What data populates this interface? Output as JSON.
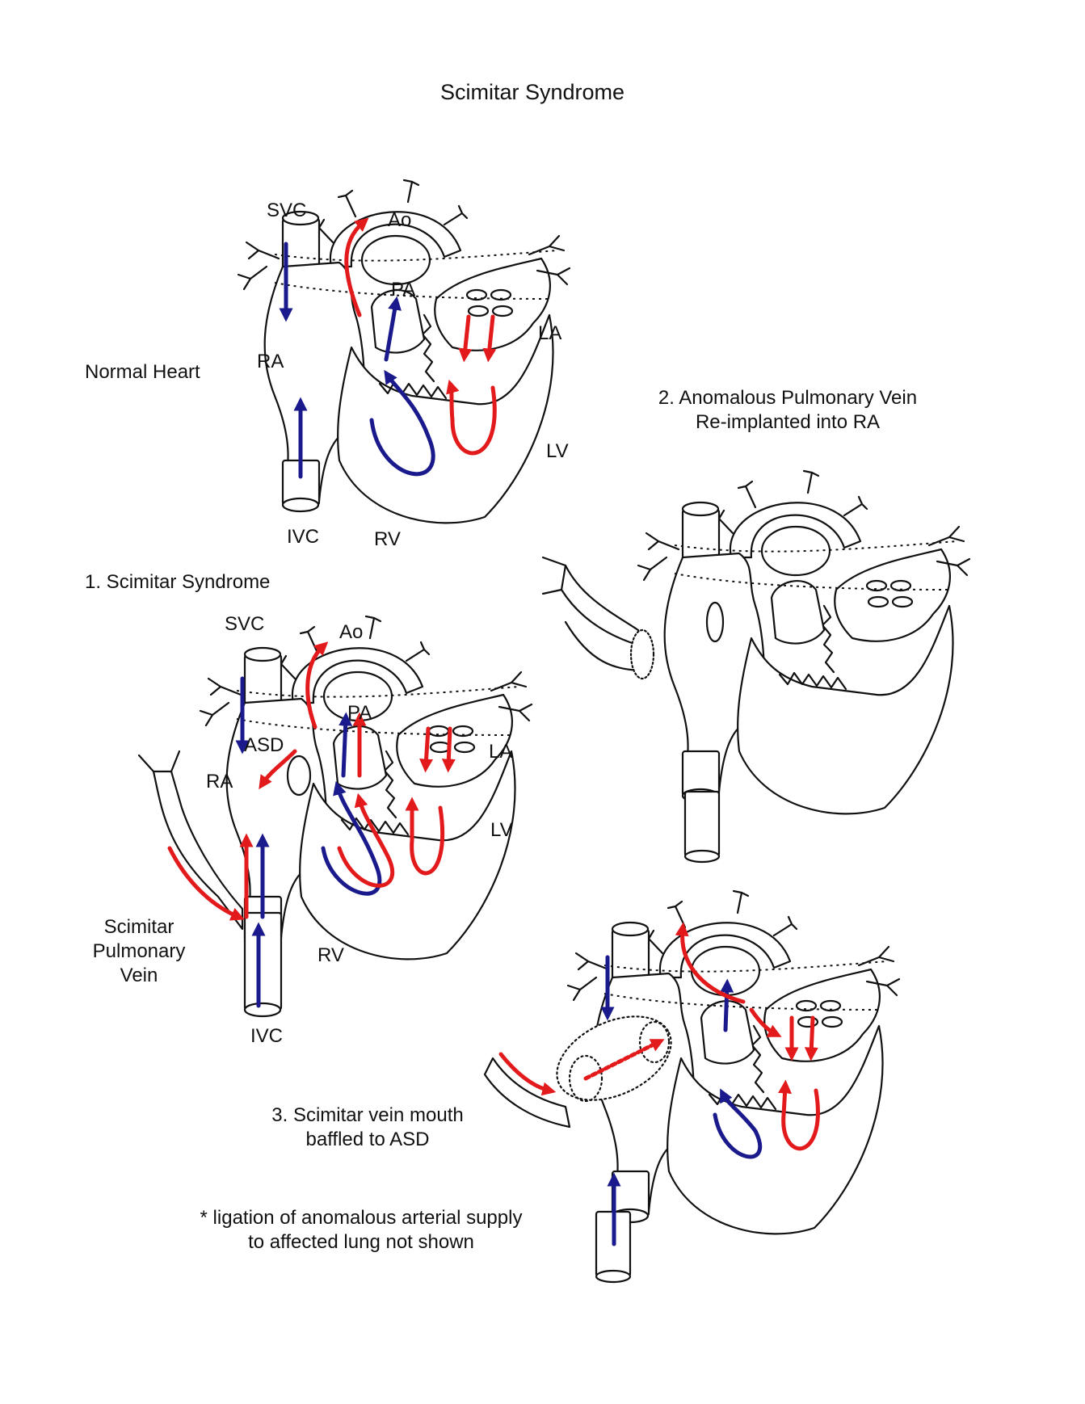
{
  "title": "Scimitar Syndrome",
  "colors": {
    "deoxygenated_flow": "#1a1a8c",
    "oxygenated_flow": "#e31a1c",
    "outline": "#111111"
  },
  "normal_heart": {
    "caption": "Normal Heart",
    "labels": {
      "svc": "SVC",
      "ao": "Ao",
      "pa": "PA",
      "la": "LA",
      "ra": "RA",
      "lv": "LV",
      "ivc": "IVC",
      "rv": "RV"
    }
  },
  "scimitar": {
    "caption": "1. Scimitar Syndrome",
    "labels": {
      "svc": "SVC",
      "ao": "Ao",
      "pa": "PA",
      "asd": "ASD",
      "ra": "RA",
      "la": "LA",
      "lv": "LV",
      "rv": "RV",
      "ivc": "IVC"
    },
    "vein_label": [
      "Scimitar",
      "Pulmonary",
      "Vein"
    ]
  },
  "reimplant": {
    "caption": [
      "2. Anomalous Pulmonary Vein",
      "Re-implanted into RA"
    ]
  },
  "baffle": {
    "caption": [
      "3. Scimitar vein mouth",
      "baffled to ASD"
    ]
  },
  "footnote": [
    "* ligation of anomalous arterial supply",
    "to affected lung not shown"
  ]
}
